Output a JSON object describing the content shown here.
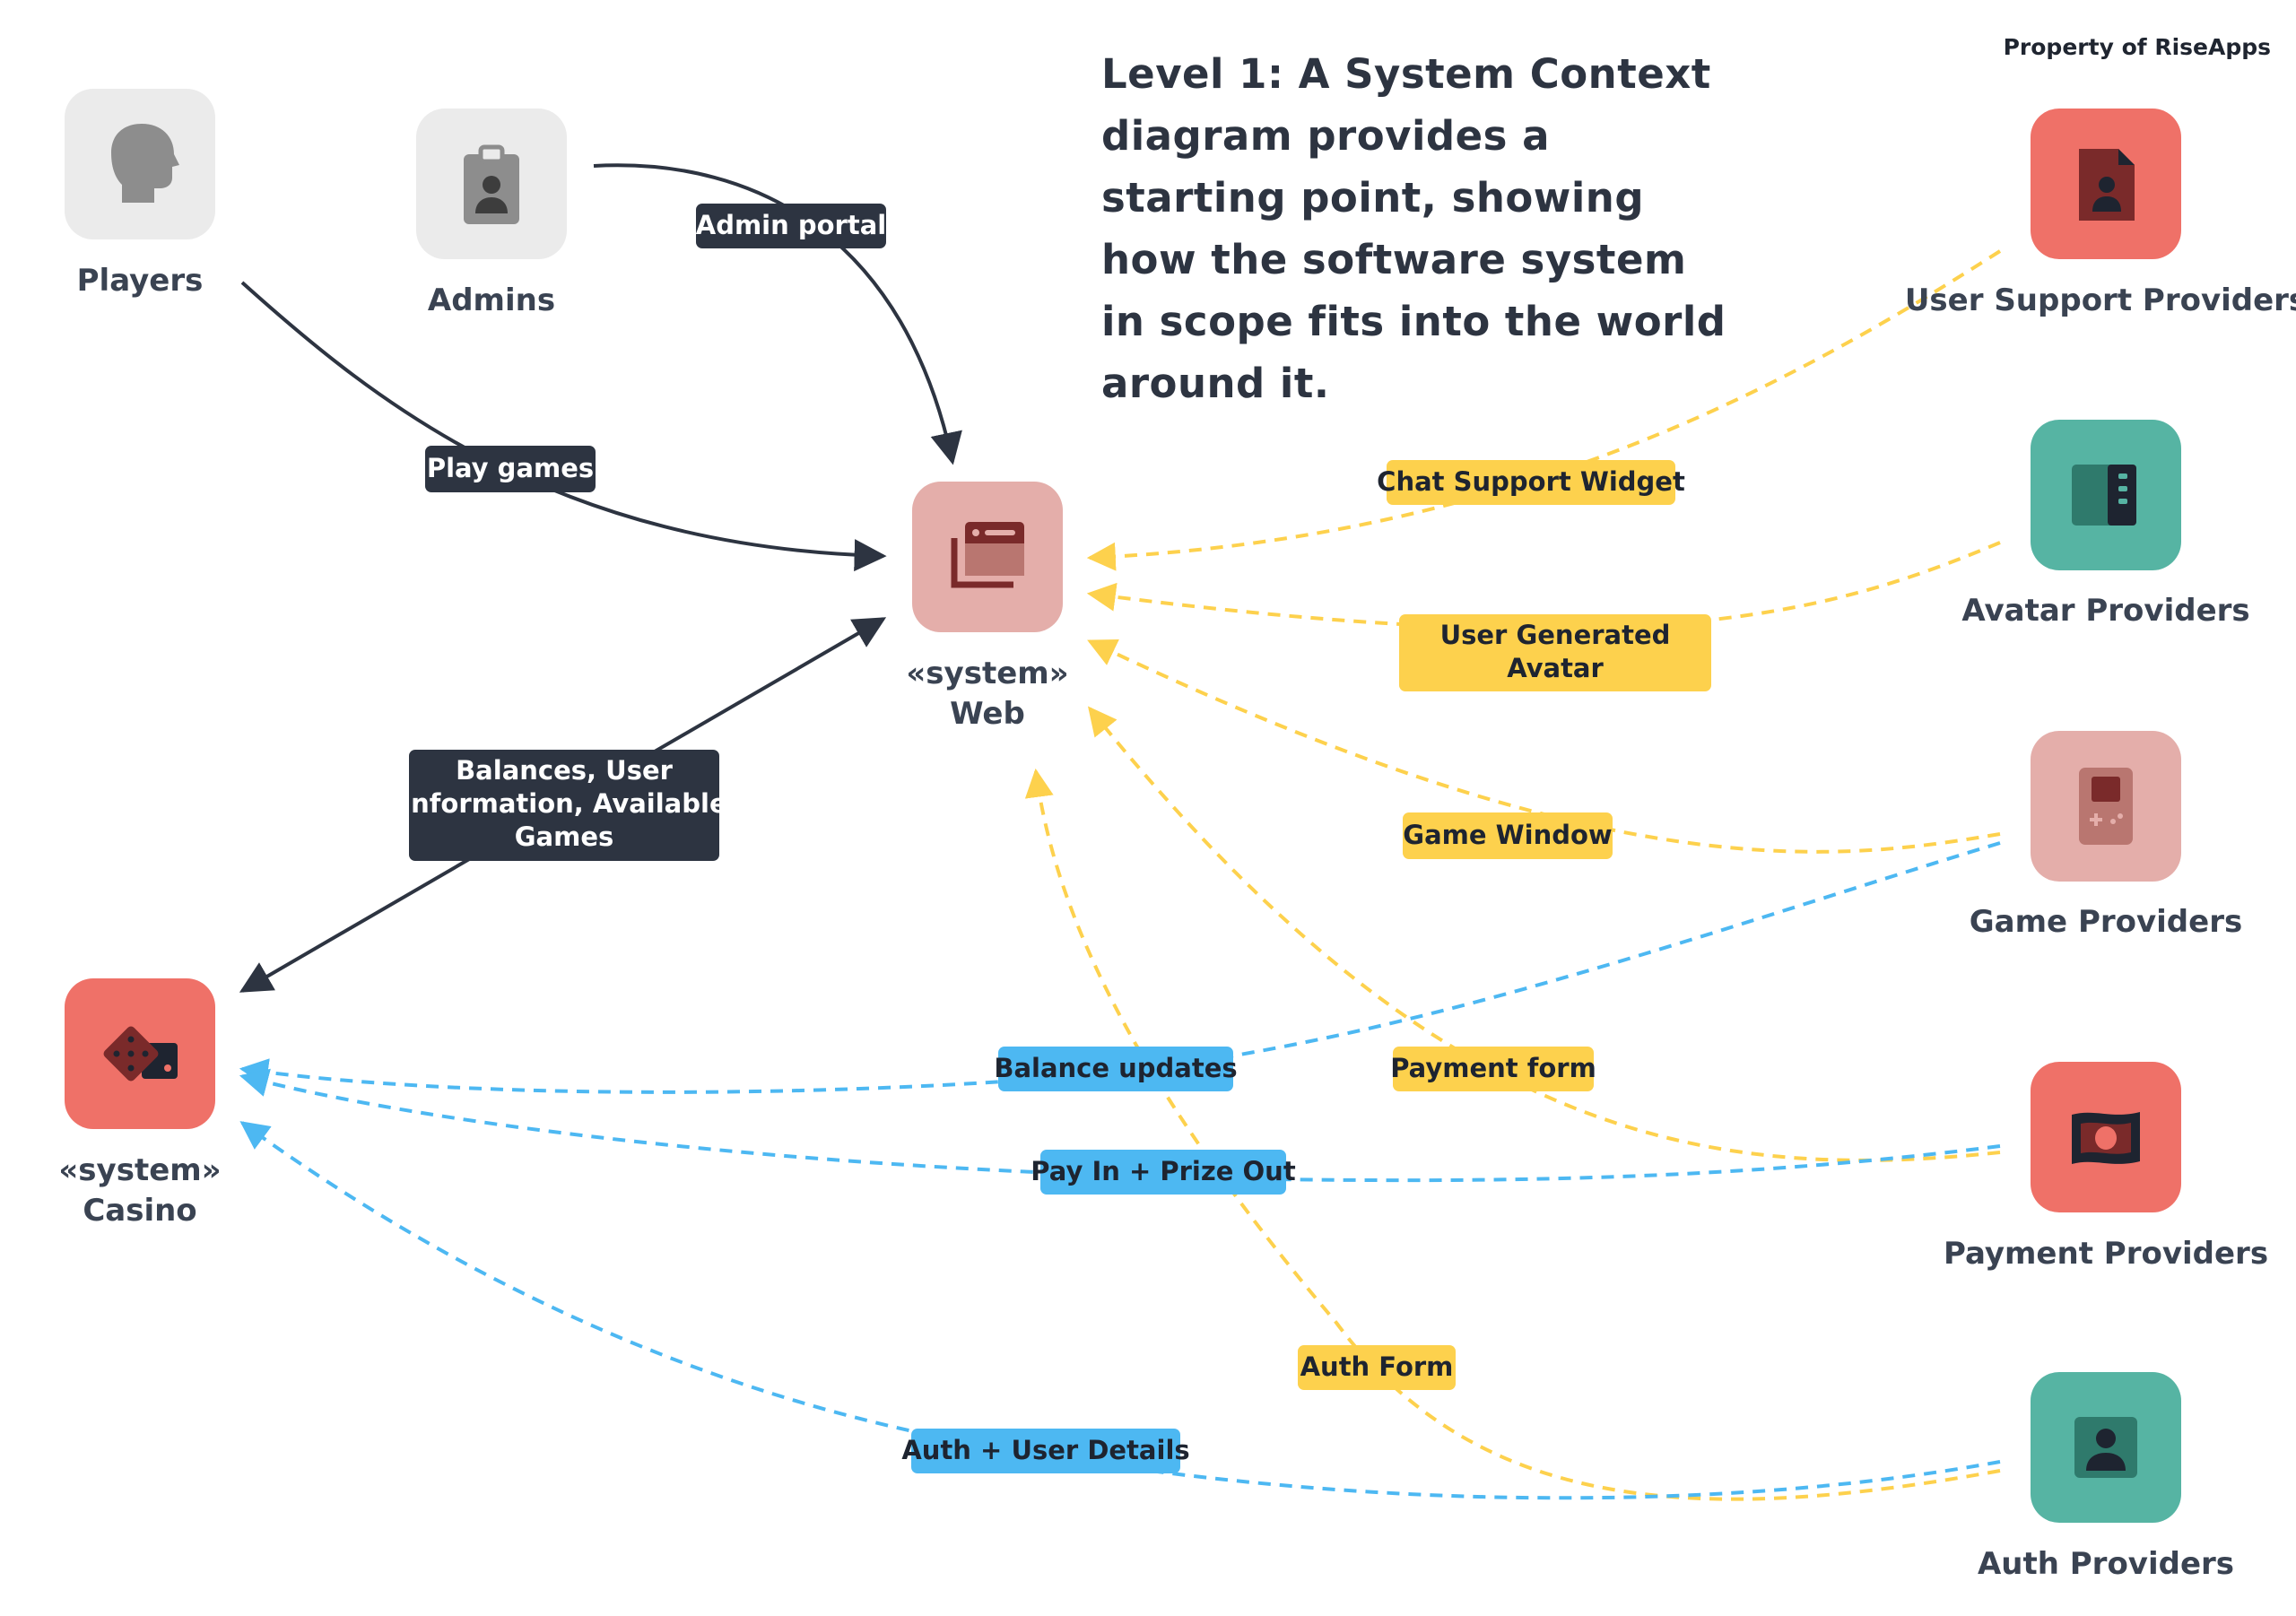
{
  "header": {
    "headline": "Level 1: A System Context diagram provides a starting point, showing how the software system in scope fits into the world around it.",
    "ownership": "Property of RiseApps"
  },
  "colors": {
    "dark": "#2d3441",
    "yellow": "#fdd14d",
    "blue": "#4db8f2",
    "gray_tile": "#ebebeb",
    "pink_tile": "#e4aeaa",
    "coral_tile": "#ef7168",
    "teal_tile": "#56b4a3"
  },
  "nodes": {
    "players": {
      "name": "Players",
      "icon": "person-head-icon"
    },
    "admins": {
      "name": "Admins",
      "icon": "id-badge-icon"
    },
    "web": {
      "stereotype": "«system»",
      "name": "Web",
      "icon": "browser-window-icon"
    },
    "casino": {
      "stereotype": "«system»",
      "name": "Casino",
      "icon": "dice-icon"
    },
    "user_support": {
      "name": "User Support Providers",
      "icon": "user-document-icon"
    },
    "avatar": {
      "name": "Avatar Providers",
      "icon": "panel-icon"
    },
    "game": {
      "name": "Game Providers",
      "icon": "gameboy-icon"
    },
    "payment": {
      "name": "Payment Providers",
      "icon": "banknote-icon"
    },
    "auth": {
      "name": "Auth Providers",
      "icon": "user-square-icon"
    }
  },
  "connections": {
    "admin_portal": "Admin portal",
    "play_games": "Play games",
    "balances": [
      "Balances, User",
      "Information, Available",
      "Games"
    ],
    "chat_support": "Chat Support Widget",
    "user_avatar": [
      "User Generated",
      "Avatar"
    ],
    "game_window": "Game Window",
    "payment_form": "Payment form",
    "auth_form": "Auth Form",
    "balance_updates": "Balance updates",
    "pay_in": "Pay In + Prize Out",
    "auth_user": "Auth + User Details"
  }
}
